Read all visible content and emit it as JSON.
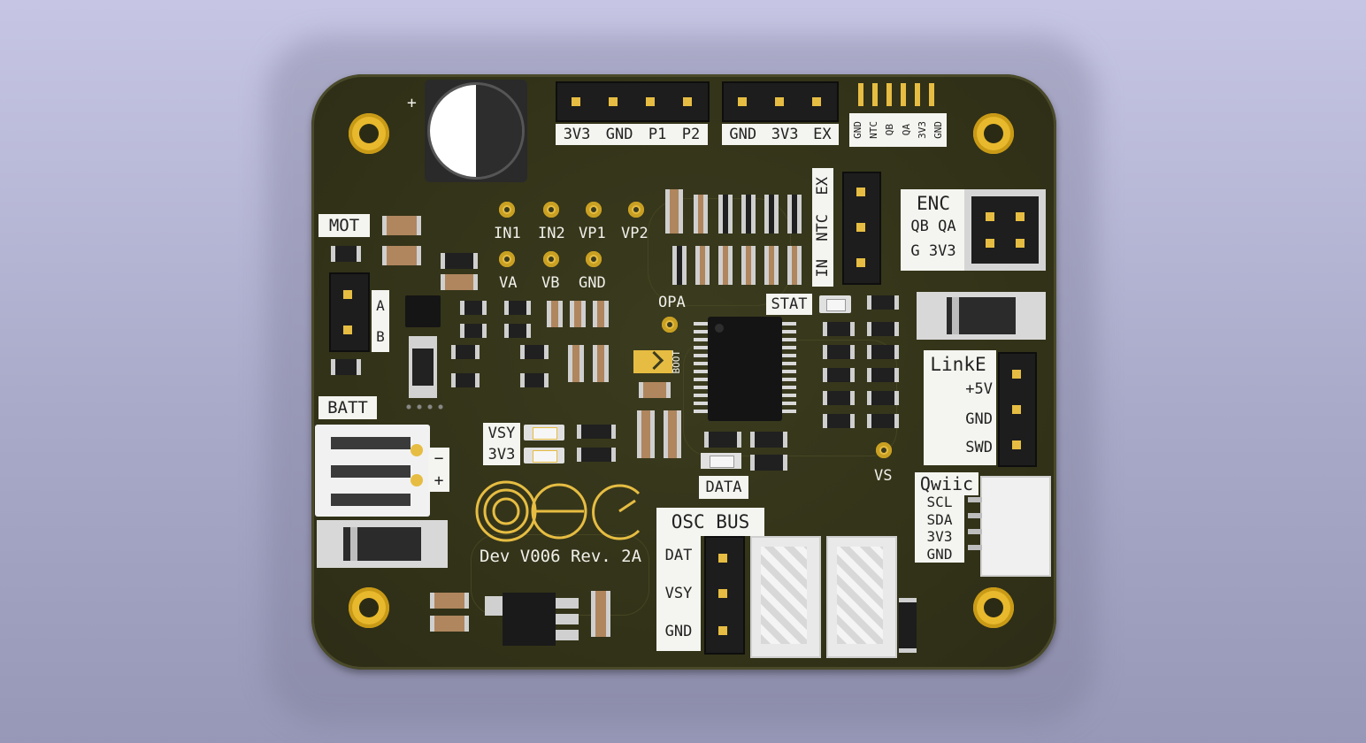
{
  "board": {
    "revision": "Dev V006 Rev. 2A",
    "colors": {
      "background": "#b3b3d3",
      "pcb": "#333319",
      "gold": "#e6bd42",
      "silkscreen": "#f4f4f0"
    }
  },
  "top_headers": {
    "header1_labels": [
      "3V3",
      "GND",
      "P1",
      "P2"
    ],
    "header2_labels": [
      "GND",
      "3V3",
      "EX"
    ],
    "fpc_labels": [
      "GND",
      "NTC",
      "QB",
      "QA",
      "3V3",
      "GND"
    ]
  },
  "mot": {
    "title": "MOT",
    "pins": [
      "A",
      "B"
    ]
  },
  "batt": {
    "title": "BATT",
    "minus": "−",
    "plus": "+"
  },
  "test_points": {
    "row1": [
      "IN1",
      "IN2",
      "VP1",
      "VP2"
    ],
    "row2": [
      "VA",
      "VB",
      "GND"
    ],
    "opa": "OPA",
    "vs": "VS"
  },
  "ex_header": {
    "labels": [
      "IN",
      "NTC",
      "EX"
    ]
  },
  "enc": {
    "title": "ENC",
    "row1": "QB QA",
    "row2": "G 3V3"
  },
  "stat_label": "STAT",
  "boot_label": "BOOT",
  "led_labels": [
    "VSY",
    "3V3"
  ],
  "data_label": "DATA",
  "linke": {
    "title": "LinkE",
    "pins": [
      "+5V",
      "GND",
      "SWD"
    ]
  },
  "qwiic": {
    "title": "Qwiic",
    "pins": [
      "SCL",
      "SDA",
      "3V3",
      "GND"
    ]
  },
  "osc_bus": {
    "title": "OSC BUS",
    "pins": [
      "DAT",
      "VSY",
      "GND"
    ]
  },
  "icons": [
    "mounting-hole-icon",
    "osc-logo-icon",
    "electrolytic-capacitor-icon",
    "microcontroller-ic-icon"
  ]
}
